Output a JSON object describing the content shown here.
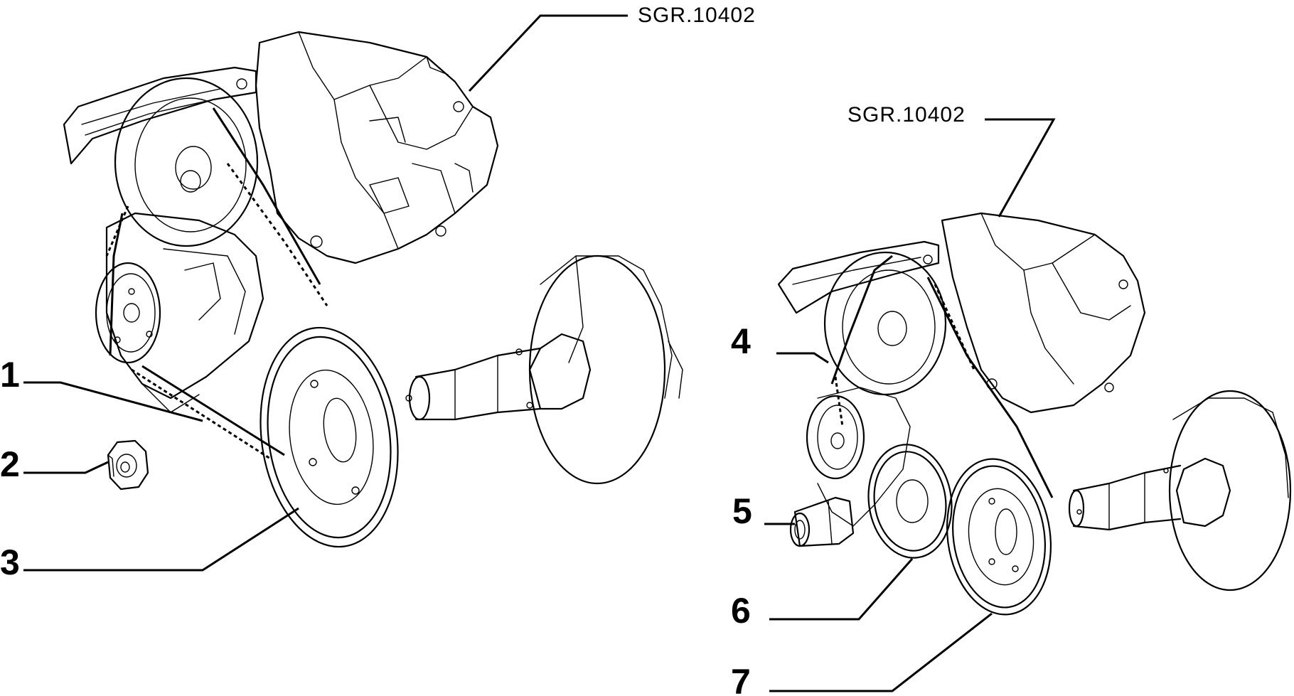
{
  "references": {
    "left_assembly": "SGR.10402",
    "right_assembly": "SGR.10402"
  },
  "callouts": [
    {
      "id": "1",
      "label": "1"
    },
    {
      "id": "2",
      "label": "2"
    },
    {
      "id": "3",
      "label": "3"
    },
    {
      "id": "4",
      "label": "4"
    },
    {
      "id": "5",
      "label": "5"
    },
    {
      "id": "6",
      "label": "6"
    },
    {
      "id": "7",
      "label": "7"
    }
  ]
}
